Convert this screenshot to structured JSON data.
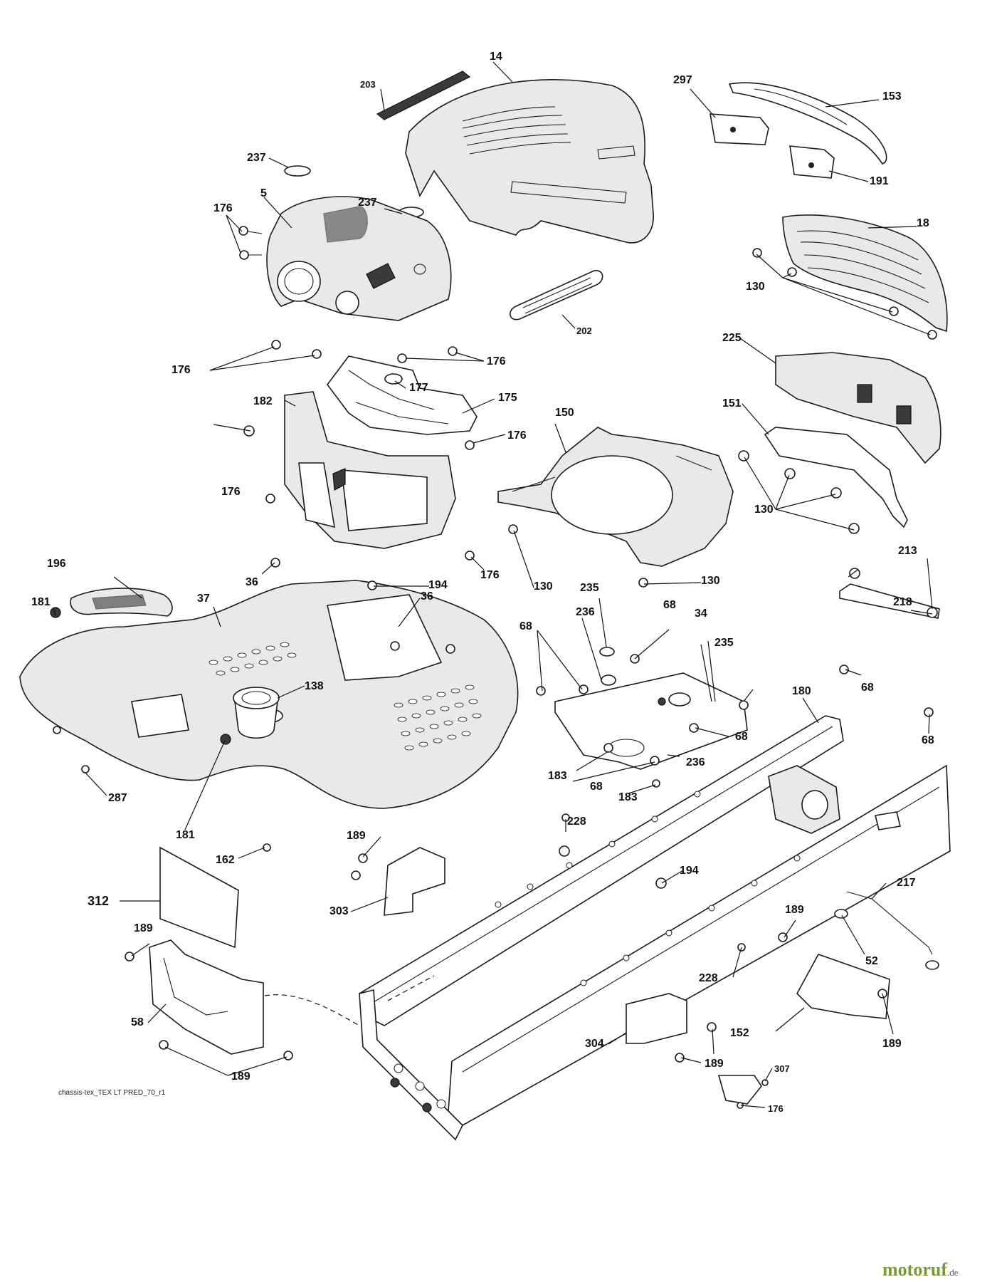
{
  "caption": "chassis-tex_TEX LT PRED_70_r1",
  "watermark": {
    "brand": "motoruf",
    "tld": ".de"
  },
  "labels": {
    "p14": "14",
    "p203": "203",
    "p297": "297",
    "p153": "153",
    "p237a": "237",
    "p191": "191",
    "p5": "5",
    "p237b": "237",
    "p176a": "176",
    "p18": "18",
    "p130a": "130",
    "p202": "202",
    "p176b": "176",
    "p176c": "176",
    "p177": "177",
    "p182": "182",
    "p175": "175",
    "p225": "225",
    "p150": "150",
    "p151": "151",
    "p176d": "176",
    "p176e": "176",
    "p130b": "130",
    "p176f": "176",
    "p196": "196",
    "p36a": "36",
    "p194a": "194",
    "p130c": "130",
    "p130d": "130",
    "p213": "213",
    "p181a": "181",
    "p37": "37",
    "p36b": "36",
    "p235a": "235",
    "p218": "218",
    "p236a": "236",
    "p68a": "68",
    "p34": "34",
    "p68b": "68",
    "p235b": "235",
    "p138": "138",
    "p68c": "68",
    "p180": "180",
    "p68d": "68",
    "p68e": "68",
    "p287": "287",
    "p183a": "183",
    "p68f": "68",
    "p236b": "236",
    "p183b": "183",
    "p181b": "181",
    "p228a": "228",
    "p162": "162",
    "p189a": "189",
    "p194b": "194",
    "p217": "217",
    "p312": "312",
    "p303": "303",
    "p189b": "189",
    "p189c": "189",
    "p52": "52",
    "p228b": "228",
    "p58": "58",
    "p304": "304",
    "p152": "152",
    "p189d": "189",
    "p189e": "189",
    "p307": "307",
    "p189f": "189",
    "p176g": "176"
  }
}
